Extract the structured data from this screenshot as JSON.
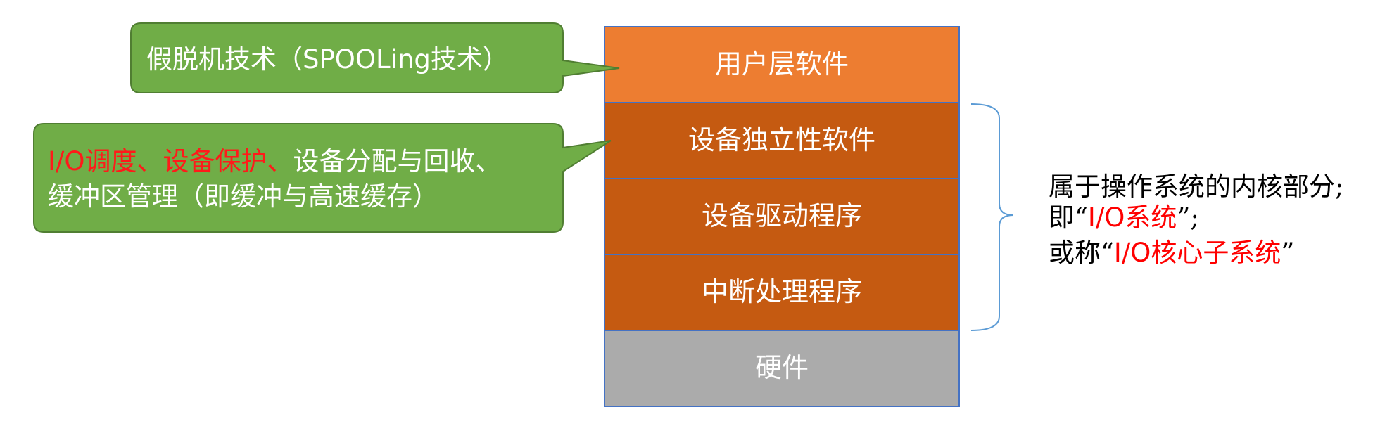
{
  "colors": {
    "orange": "#ED7D31",
    "dark_orange": "#C55A11",
    "hardware_gray": "#ABABAB",
    "border_blue": "#4472C4",
    "callout_green": "#70AD47",
    "callout_border": "#507E32",
    "brace_blue": "#5B9BD5",
    "highlight_red": "#FF0000"
  },
  "layers": [
    {
      "label": "用户层软件",
      "color": "#ED7D31"
    },
    {
      "label": "设备独立性软件",
      "color": "#C55A11"
    },
    {
      "label": "设备驱动程序",
      "color": "#C55A11"
    },
    {
      "label": "中断处理程序",
      "color": "#C55A11"
    },
    {
      "label": "硬件",
      "color": "#ABABAB"
    }
  ],
  "callouts": {
    "spooling": {
      "text": "假脱机技术（SPOOLing技术）"
    },
    "device_independent": {
      "line1_red": "I/O调度、设备保护、",
      "line1_black": "设备分配与回收、",
      "line2": "缓冲区管理（即缓冲与高速缓存）"
    }
  },
  "kernel_note": {
    "line1": "属于操作系统的内核部分;",
    "line2_prefix": "即“",
    "line2_red": "I/O系统",
    "line2_suffix": "”;",
    "line3_prefix": "或称“",
    "line3_red": "I/O核心子系统",
    "line3_suffix": "”"
  }
}
